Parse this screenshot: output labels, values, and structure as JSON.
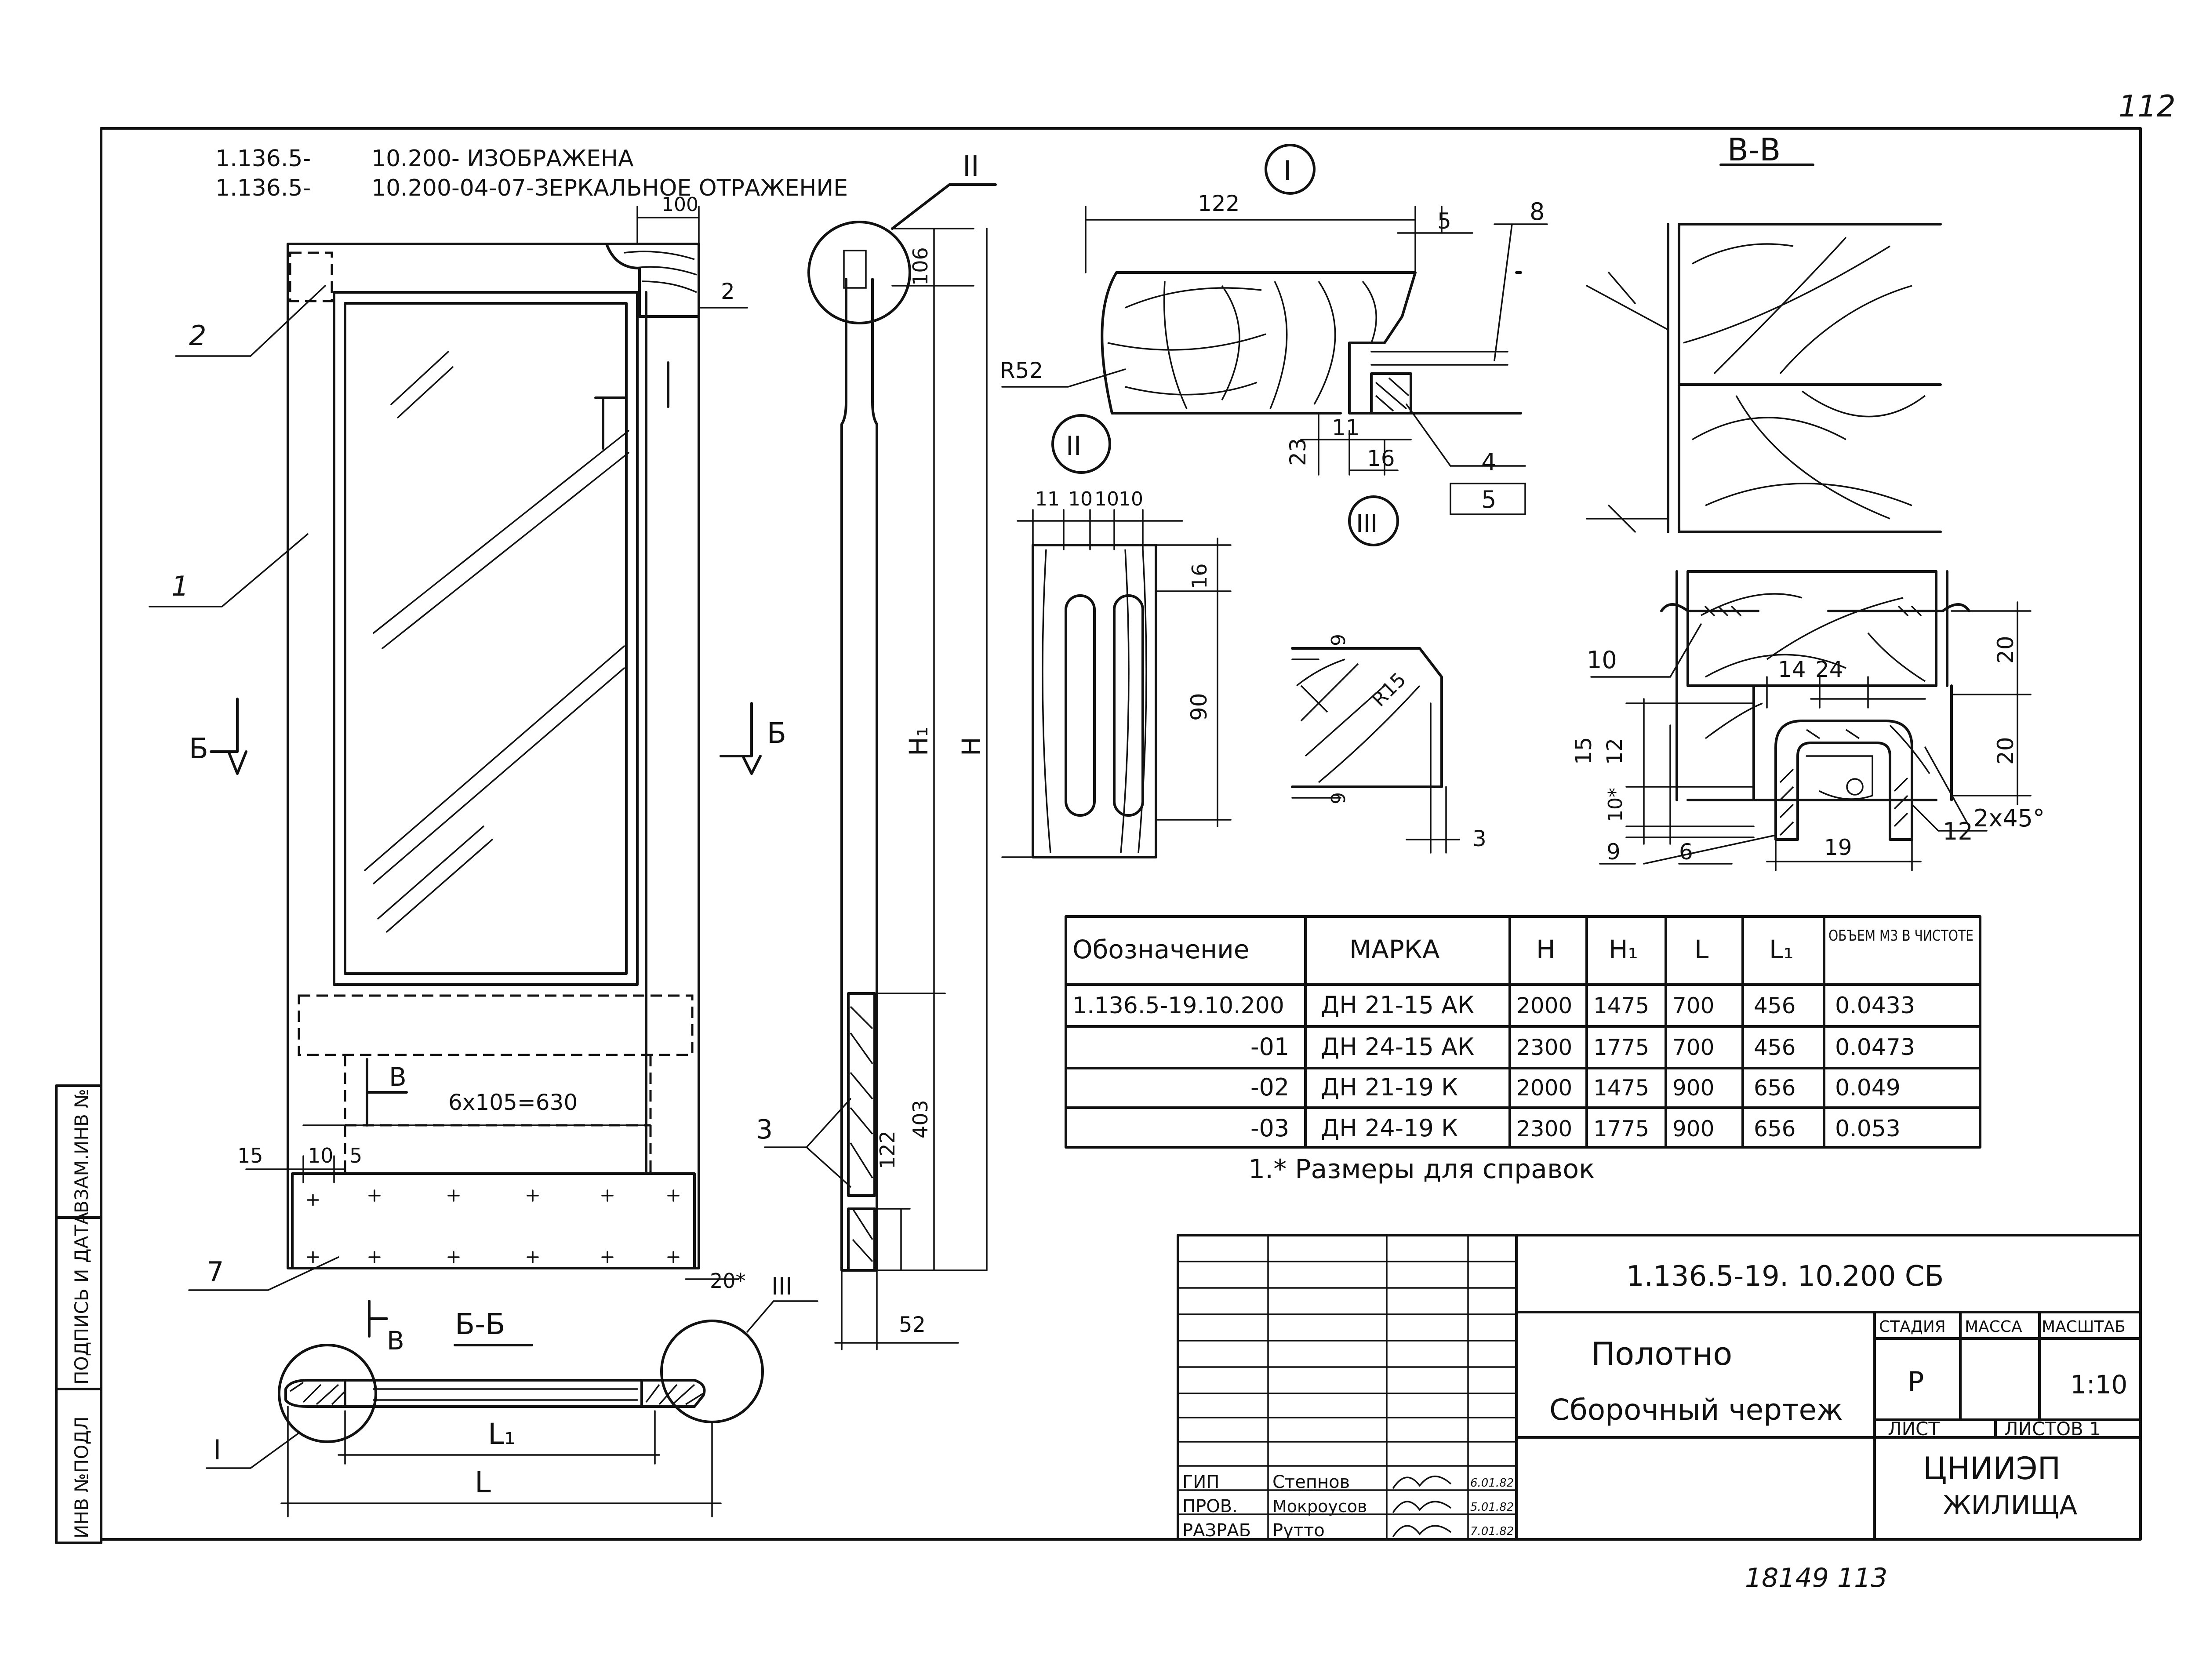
{
  "page_number": "112",
  "header_note": {
    "line1_code": "1.136.5-",
    "line1_text": "10.200- ИЗОБРАЖЕНА",
    "line2_code": "1.136.5-",
    "line2_text": "10.200-04-07-ЗЕРКАЛЬНОЕ ОТРАЖЕНИЕ"
  },
  "door_view": {
    "dim_100": "100",
    "dim_2": "2",
    "dim_panel": "6x105=630",
    "dim_15": "15",
    "dim_10": "10",
    "dim_5": "5",
    "dim_20": "20*",
    "callouts": [
      "1",
      "2",
      "7"
    ],
    "cut_label": "Б",
    "cut_label_v": "В"
  },
  "side_section": {
    "dim_106": "106",
    "dim_H1": "H₁",
    "dim_H": "H",
    "dim_403": "403",
    "dim_122": "122",
    "dim_52": "52",
    "callout_3": "3",
    "mark_II": "II"
  },
  "detail_I": {
    "mark": "I",
    "dim_122": "122",
    "dim_5": "5",
    "callout_8": "8",
    "r52": "R52",
    "dim_23": "23",
    "dim_11": "11",
    "dim_16": "16",
    "callout_4": "4",
    "callout_5": "5"
  },
  "detail_II": {
    "mark": "II",
    "dims_top": [
      "11",
      "10",
      "10",
      "10"
    ],
    "dim_16": "16",
    "dim_90": "90"
  },
  "detail_III": {
    "mark": "III",
    "dim_9a": "9",
    "dim_9b": "9",
    "r15": "R15",
    "dim_3": "3"
  },
  "section_VV": {
    "title": "В-В",
    "callout_10": "10",
    "dim_14": "14",
    "dim_24": "24",
    "dim_20a": "20",
    "dim_20b": "20",
    "dim_15": "15",
    "dim_12": "12",
    "dim_10": "10*",
    "dim_9": "9",
    "dim_6": "6",
    "dim_19": "19",
    "callout_12": "12",
    "chamfer": "2x45°"
  },
  "section_BB": {
    "title": "Б-Б",
    "mark_I": "I",
    "mark_III": "III",
    "dim_L1": "L₁",
    "dim_L": "L"
  },
  "spec_table": {
    "headers": [
      "Обозначение",
      "МАРКА",
      "H",
      "H₁",
      "L",
      "L₁",
      "ОБЪЕМ М3 В ЧИСТОТЕ"
    ],
    "rows": [
      [
        "1.136.5-19.10.200",
        "ДН 21-15 АК",
        "2000",
        "1475",
        "700",
        "456",
        "0.0433"
      ],
      [
        "-01",
        "ДН 24-15 АК",
        "2300",
        "1775",
        "700",
        "456",
        "0.0473"
      ],
      [
        "-02",
        "ДН 21-19 К",
        "2000",
        "1475",
        "900",
        "656",
        "0.049"
      ],
      [
        "-03",
        "ДН 24-19 К",
        "2300",
        "1775",
        "900",
        "656",
        "0.053"
      ]
    ],
    "note": "1.* Размеры для справок"
  },
  "title_block": {
    "doc_code": "1.136.5-19. 10.200 СБ",
    "name_line1": "Полотно",
    "name_line2": "Сборочный чертеж",
    "stage_header": "СТАДИЯ",
    "mass_header": "МАССА",
    "scale_header": "МАСШТАБ",
    "stage": "Р",
    "scale": "1:10",
    "sheet_label": "ЛИСТ",
    "sheets_label": "ЛИСТОВ 1",
    "org_line1": "ЦНИИЭП",
    "org_line2": "ЖИЛИЩА",
    "staff": [
      {
        "role": "ГИП",
        "name": "Степнов",
        "date": "6.01.82"
      },
      {
        "role": "ПРОВ.",
        "name": "Мокроусов",
        "date": "5.01.82"
      },
      {
        "role": "РАЗРАБ",
        "name": "Рутто",
        "date": "7.01.82"
      }
    ]
  },
  "side_stamp": [
    "ИНВ №ПОДЛ",
    "ПОДПИСЬ И ДАТА",
    "ВЗАМ.ИНВ №"
  ],
  "footer_numbers": "18149  113"
}
